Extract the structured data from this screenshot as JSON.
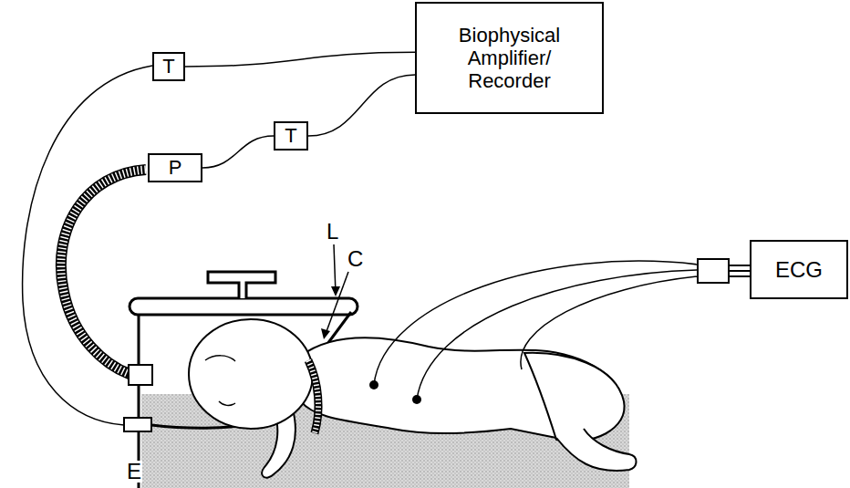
{
  "diagram": {
    "nodes": [
      {
        "text": [
          "Biophysical Amplifier/ Recorder"
        ]
      },
      {
        "text": [
          "T"
        ]
      },
      {
        "text": [
          "T"
        ]
      },
      {
        "text": [
          "P"
        ]
      },
      {
        "text": [
          "ECG"
        ]
      }
    ],
    "edges": [
      {
        "from": 1,
        "to": 0,
        "arrow": "none"
      },
      {
        "from": 2,
        "to": 0,
        "arrow": "none"
      },
      {
        "from": 3,
        "to": 2,
        "arrow": "none"
      }
    ],
    "labels": [
      "L",
      "C",
      "E"
    ]
  }
}
